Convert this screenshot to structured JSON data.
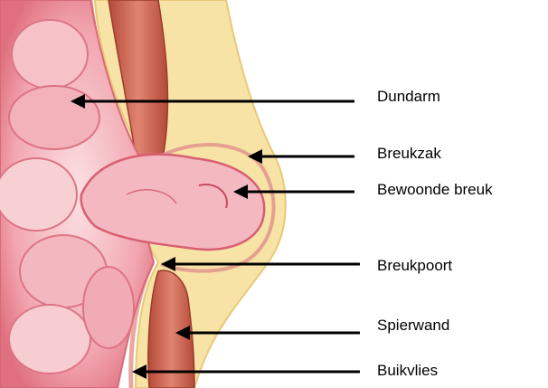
{
  "labels": [
    "Dundarm",
    "Breukzak",
    "Bewoonde breuk",
    "Breukpoort",
    "Spierwand",
    "Buikvlies"
  ],
  "colors": {
    "intestine": "#f2b8be",
    "intestine_shadow": "#df6f82",
    "muscle": "#cf6a58",
    "muscle_dark": "#a8402f",
    "fat": "#f7e3a6",
    "fat_dark": "#e8c978",
    "arrow": "#000000"
  }
}
